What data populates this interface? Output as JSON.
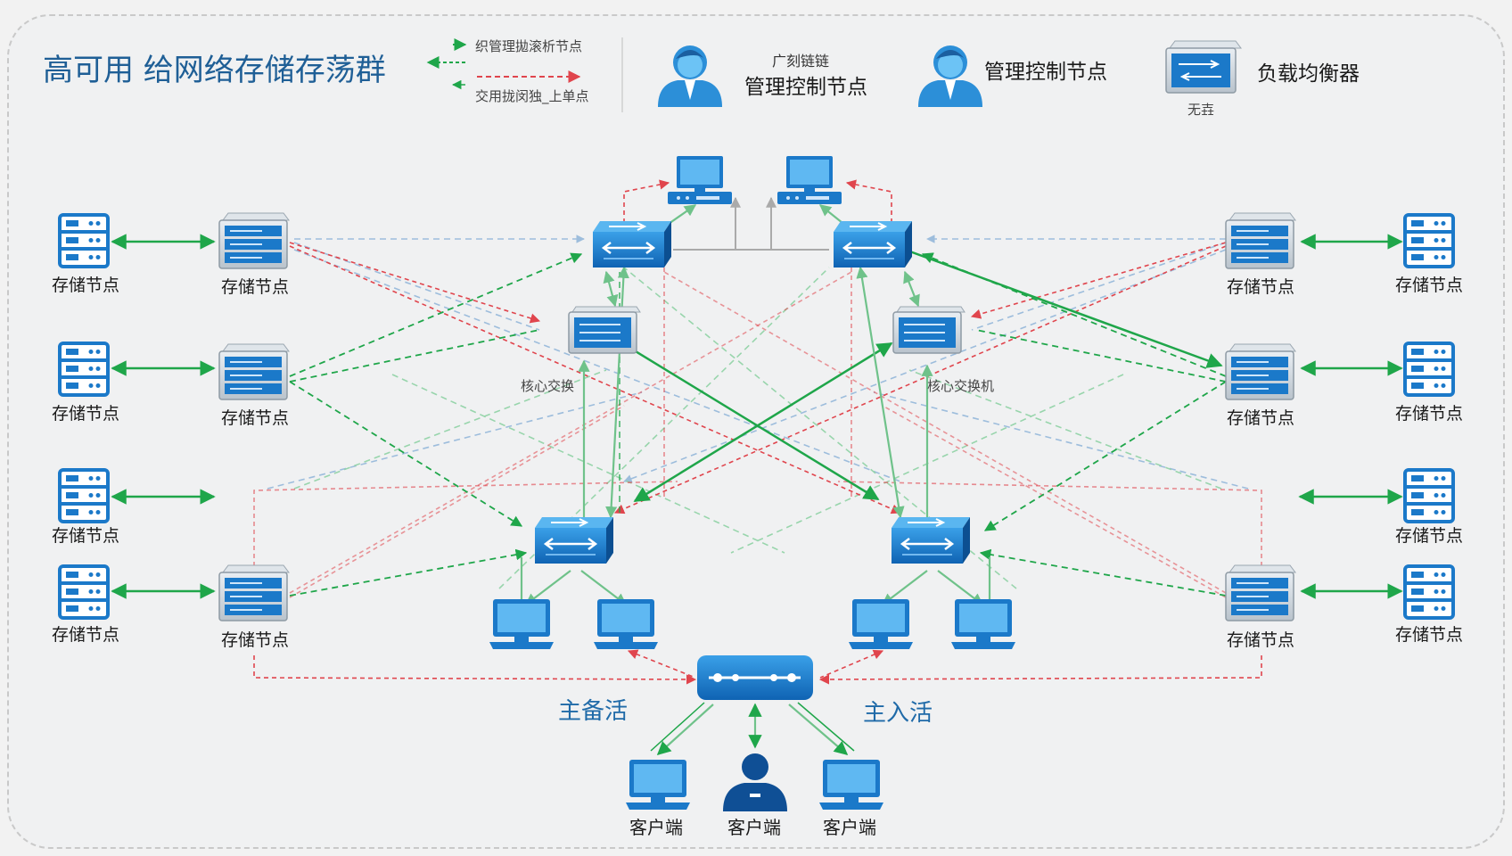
{
  "title": "高可用 给网络存储存荡群",
  "legend": {
    "green_line": "织管理拋滚析节点",
    "red_line": "交用拢闵独_上单点",
    "person1_top": "广刻链链",
    "person1_label": "管理控制节点",
    "person2_label": "管理控制节点",
    "lb_label": "负载均衡器",
    "lb_sub": "无壵"
  },
  "core_switch_labels": [
    "核心交换",
    "核心交换机"
  ],
  "storage_label": "存储节点",
  "active_labels": [
    "主备活",
    "主入活"
  ],
  "client_label": "客户端",
  "colors": {
    "title": "#1f5f96",
    "green": "#1fa64a",
    "red": "#e0454d",
    "blue_light": "#8fb4d9",
    "icon_blue": "#1b79c9"
  },
  "icons": {
    "storage_left": "server-rack-icon",
    "storage_server": "server-chassis-icon",
    "switch": "network-switch-icon",
    "monitor": "desktop-monitor-icon",
    "person": "user-person-icon",
    "load_balancer": "load-balancer-icon"
  }
}
